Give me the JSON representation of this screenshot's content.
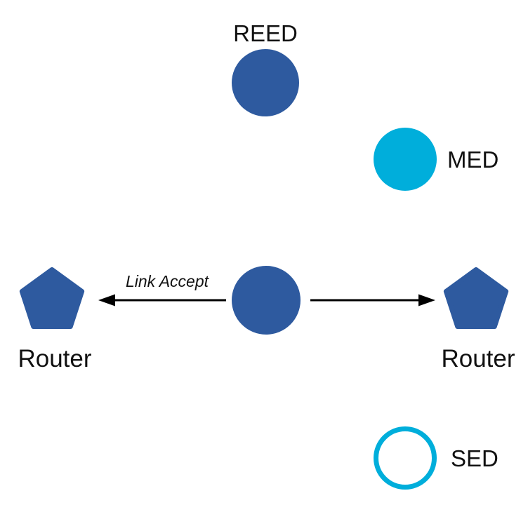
{
  "diagram": {
    "type": "network-topology",
    "background": "#ffffff",
    "colors": {
      "node_blue": "#2e5a9f",
      "node_cyan": "#00aedb",
      "arrow": "#000000",
      "text": "#111111"
    },
    "nodes": {
      "reed": {
        "label": "REED",
        "shape": "circle",
        "color": "#2e5a9f"
      },
      "med": {
        "label": "MED",
        "shape": "circle",
        "color": "#00aedb"
      },
      "joiner": {
        "label": "",
        "shape": "circle",
        "color": "#2e5a9f"
      },
      "router_left": {
        "label": "Router",
        "shape": "pentagon",
        "color": "#2e5a9f"
      },
      "router_right": {
        "label": "Router",
        "shape": "pentagon",
        "color": "#2e5a9f"
      },
      "sed": {
        "label": "SED",
        "shape": "circle-outline",
        "color": "#00aedb"
      }
    },
    "edges": [
      {
        "from": "joiner",
        "to": "router_left",
        "label": "Link Accept",
        "style": "arrow"
      },
      {
        "from": "joiner",
        "to": "router_right",
        "label": "",
        "style": "arrow"
      }
    ]
  }
}
